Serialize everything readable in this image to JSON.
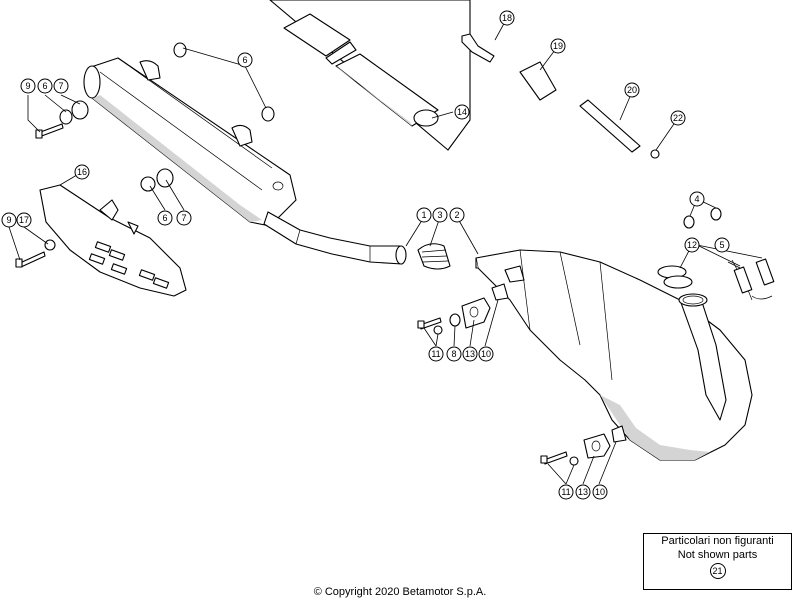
{
  "callouts": {
    "c1": "1",
    "c2": "2",
    "c3": "3",
    "c4": "4",
    "c5": "5",
    "c6a": "6",
    "c6b": "6",
    "c6c": "6",
    "c7a": "7",
    "c7b": "7",
    "c8": "8",
    "c9a": "9",
    "c9b": "9",
    "c10a": "10",
    "c10b": "10",
    "c11a": "11",
    "c11b": "11",
    "c12": "12",
    "c13a": "13",
    "c13b": "13",
    "c14": "14",
    "c16": "16",
    "c17": "17",
    "c18": "18",
    "c19": "19",
    "c20": "20",
    "c22": "22"
  },
  "legend": {
    "line1": "Particolari non figuranti",
    "line2": "Not shown parts",
    "number": "21"
  },
  "footer": {
    "copyright": "© Copyright 2020 Betamotor S.p.A."
  }
}
